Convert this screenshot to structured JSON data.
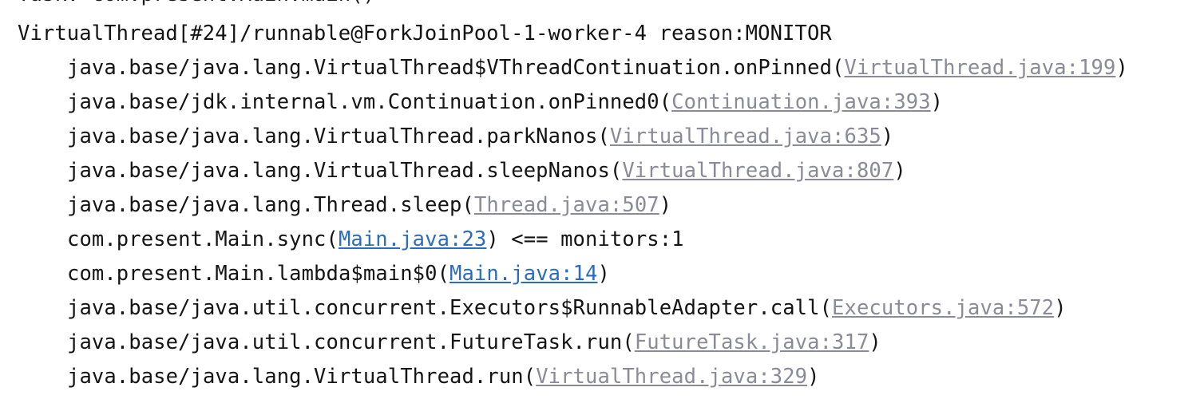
{
  "clipped_top_line": {
    "text": "Task: com.present.Main.main()",
    "visible": "partially clipped at top edge"
  },
  "thread": {
    "header": "VirtualThread[#24]/runnable@ForkJoinPool-1-worker-4 reason:MONITOR",
    "name": "VirtualThread[#24]",
    "state": "runnable",
    "carrier": "ForkJoinPool-1-worker-4",
    "reason": "MONITOR"
  },
  "colors": {
    "background": "#ffffff",
    "text": "#141414",
    "jdk_link": "#8b8b97",
    "app_link": "#2c6cbe"
  },
  "frames": [
    {
      "prefix": "java.base/java.lang.VirtualThread$VThreadContinuation.onPinned(",
      "link": "VirtualThread.java:199",
      "link_kind": "jdk",
      "suffix": ")",
      "note": ""
    },
    {
      "prefix": "java.base/jdk.internal.vm.Continuation.onPinned0(",
      "link": "Continuation.java:393",
      "link_kind": "jdk",
      "suffix": ")",
      "note": ""
    },
    {
      "prefix": "java.base/java.lang.VirtualThread.parkNanos(",
      "link": "VirtualThread.java:635",
      "link_kind": "jdk",
      "suffix": ")",
      "note": ""
    },
    {
      "prefix": "java.base/java.lang.VirtualThread.sleepNanos(",
      "link": "VirtualThread.java:807",
      "link_kind": "jdk",
      "suffix": ")",
      "note": ""
    },
    {
      "prefix": "java.base/java.lang.Thread.sleep(",
      "link": "Thread.java:507",
      "link_kind": "jdk",
      "suffix": ")",
      "note": ""
    },
    {
      "prefix": "com.present.Main.sync(",
      "link": "Main.java:23",
      "link_kind": "app",
      "suffix": ")",
      "note": " <== monitors:1"
    },
    {
      "prefix": "com.present.Main.lambda$main$0(",
      "link": "Main.java:14",
      "link_kind": "app",
      "suffix": ")",
      "note": ""
    },
    {
      "prefix": "java.base/java.util.concurrent.Executors$RunnableAdapter.call(",
      "link": "Executors.java:572",
      "link_kind": "jdk",
      "suffix": ")",
      "note": ""
    },
    {
      "prefix": "java.base/java.util.concurrent.FutureTask.run(",
      "link": "FutureTask.java:317",
      "link_kind": "jdk",
      "suffix": ")",
      "note": ""
    },
    {
      "prefix": "java.base/java.lang.VirtualThread.run(",
      "link": "VirtualThread.java:329",
      "link_kind": "jdk",
      "suffix": ")",
      "note": ""
    }
  ]
}
